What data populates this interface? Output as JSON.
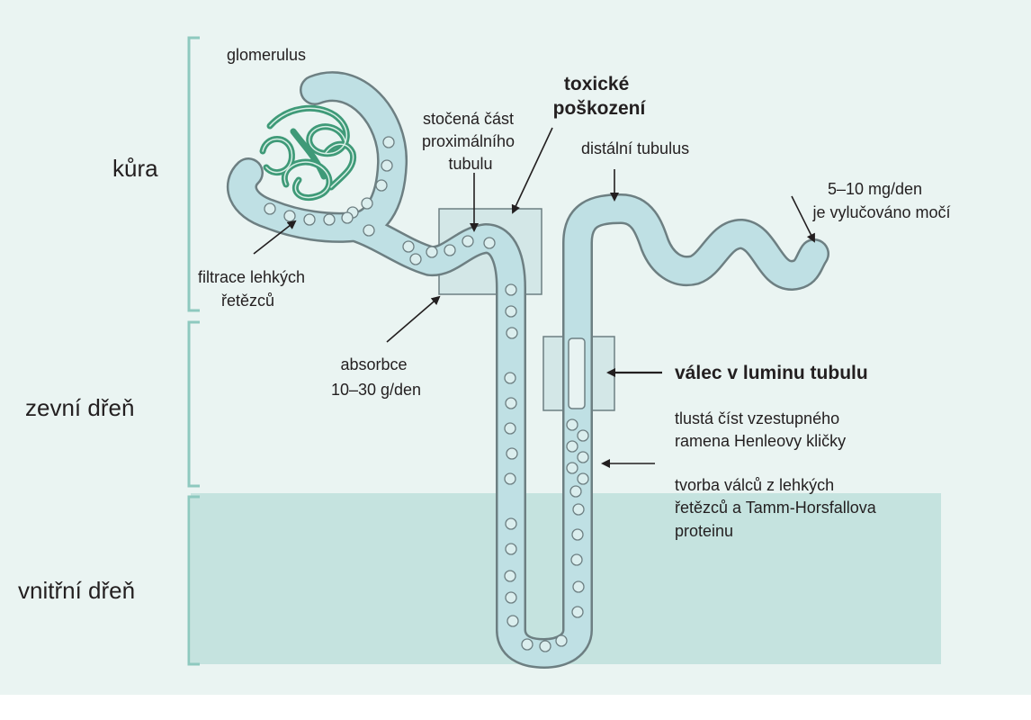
{
  "zones": {
    "cortex": "kůra",
    "outer_medulla": "zevní dřeň",
    "inner_medulla": "vnitřní dřeň"
  },
  "labels": {
    "glomerulus": "glomerulus",
    "filtration": [
      "filtrace lehkých",
      "řetězců"
    ],
    "proximal": [
      "stočená část",
      "proximálního",
      "tubulu"
    ],
    "toxic": [
      "toxické",
      "poškození"
    ],
    "distal": "distální tubulus",
    "excretion": [
      "5–10 mg/den",
      "je vylučováno močí"
    ],
    "absorption": [
      "absorbce",
      "10–30 g/den"
    ],
    "cast": "válec v luminu tubulu",
    "thick_limb": [
      "tlustá číst vzestupného",
      "ramena Henleovy kličky"
    ],
    "cast_formation": [
      "tvorba válců z lehkých",
      "řetězců a Tamm-Horsfallova",
      "proteinu"
    ]
  },
  "colors": {
    "background": "#eaf4f2",
    "inner_medulla": "#c5e3df",
    "tubule_fill": "#bfe0e4",
    "tubule_outline": "#6d7f82",
    "glomerulus": "#3f9a78",
    "bracket": "#8ec9bf",
    "box": "#d3e7e7"
  }
}
